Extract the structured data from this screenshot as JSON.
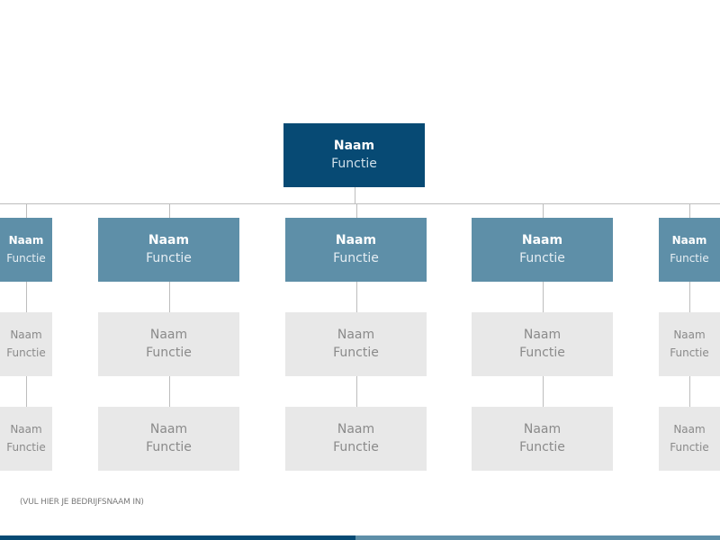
{
  "colors": {
    "top": "#074a74",
    "level1": "#5e8fa8",
    "level2": "#e8e8e8",
    "line": "#bdbdbd"
  },
  "top": {
    "name": "Naam",
    "function": "Functie"
  },
  "columns": [
    {
      "rows": [
        {
          "name": "Naam",
          "function": "Functie"
        },
        {
          "name": "Naam",
          "function": "Functie"
        },
        {
          "name": "Naam",
          "function": "Functie"
        }
      ]
    },
    {
      "rows": [
        {
          "name": "Naam",
          "function": "Functie"
        },
        {
          "name": "Naam",
          "function": "Functie"
        },
        {
          "name": "Naam",
          "function": "Functie"
        }
      ]
    },
    {
      "rows": [
        {
          "name": "Naam",
          "function": "Functie"
        },
        {
          "name": "Naam",
          "function": "Functie"
        },
        {
          "name": "Naam",
          "function": "Functie"
        }
      ]
    },
    {
      "rows": [
        {
          "name": "Naam",
          "function": "Functie"
        },
        {
          "name": "Naam",
          "function": "Functie"
        },
        {
          "name": "Naam",
          "function": "Functie"
        }
      ]
    },
    {
      "rows": [
        {
          "name": "Naam",
          "function": "Functie"
        },
        {
          "name": "Naam",
          "function": "Functie"
        },
        {
          "name": "Naam",
          "function": "Functie"
        }
      ]
    }
  ],
  "footer": {
    "company": "(VUL HIER JE BEDRIJFSNAAM IN)"
  }
}
